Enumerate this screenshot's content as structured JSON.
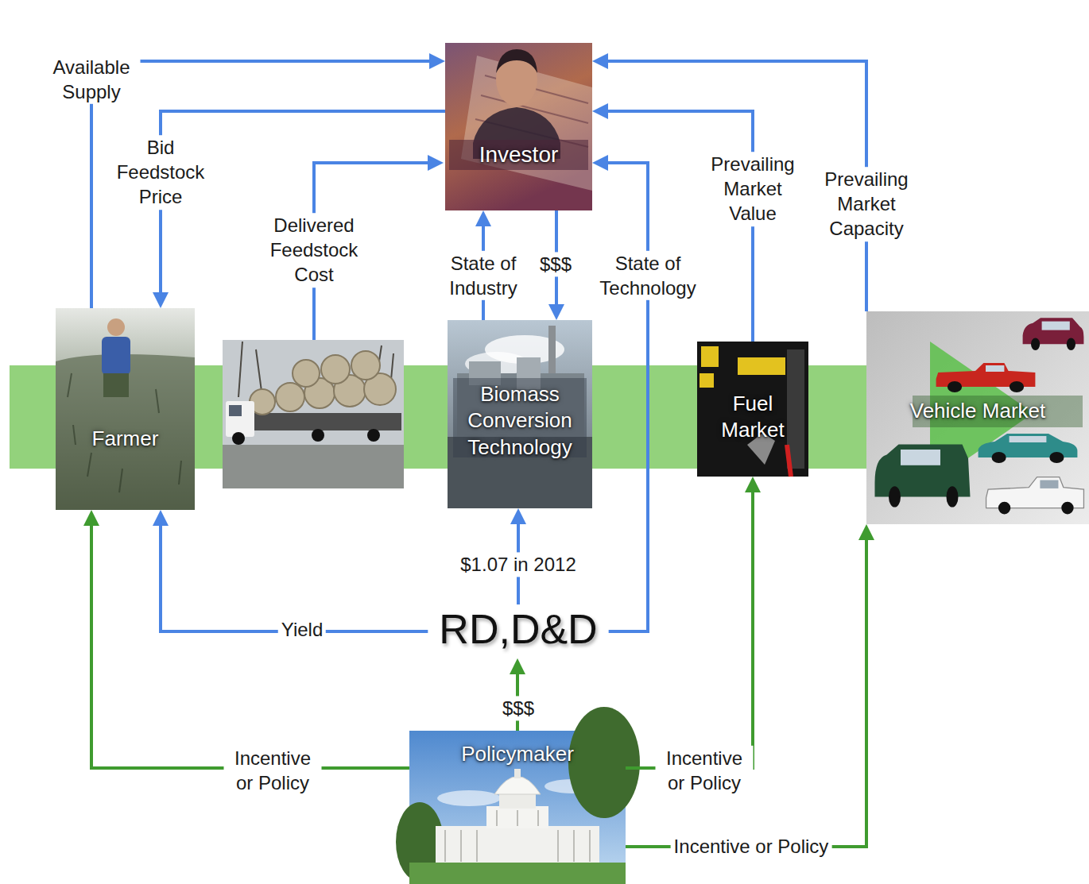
{
  "diagram": {
    "nodes": [
      {
        "text": [
          "Investor"
        ]
      },
      {
        "text": [
          "Farmer"
        ]
      },
      {
        "text": [
          "Biomass Conversion Technology"
        ]
      },
      {
        "text": [
          "Fuel Market"
        ]
      },
      {
        "text": [
          "Vehicle Market"
        ]
      },
      {
        "text": [
          "RD,D&D"
        ]
      },
      {
        "text": [
          "Policymaker"
        ]
      }
    ],
    "edges": [
      {
        "from": 1,
        "to": 0,
        "label": "Available Supply",
        "arrow": "to"
      },
      {
        "from": 0,
        "to": 1,
        "label": "Bid Feedstock Price",
        "arrow": "to"
      },
      {
        "from": 2,
        "to": 0,
        "label": "State of Industry",
        "arrow": "to"
      },
      {
        "from": 0,
        "to": 2,
        "label": "$$$",
        "arrow": "to"
      },
      {
        "from": 5,
        "to": 0,
        "label": "State of Technology",
        "arrow": "to"
      },
      {
        "from": 3,
        "to": 0,
        "label": "Prevailing Market Value",
        "arrow": "to"
      },
      {
        "from": 4,
        "to": 0,
        "label": "Prevailing Market Capacity",
        "arrow": "to"
      },
      {
        "from": 5,
        "to": 2,
        "label": "$1.07 in 2012",
        "arrow": "to"
      },
      {
        "from": 5,
        "to": 1,
        "label": "Yield",
        "arrow": "to"
      },
      {
        "from": 6,
        "to": 5,
        "label": "$$$",
        "arrow": "to"
      },
      {
        "from": 6,
        "to": 1,
        "label": "Incentive or Policy",
        "arrow": "to"
      },
      {
        "from": 6,
        "to": 3,
        "label": "Incentive or Policy",
        "arrow": "to"
      },
      {
        "from": 6,
        "to": 4,
        "label": "Incentive or Policy",
        "arrow": "to"
      }
    ],
    "labels": [
      "Delivered Feedstock Cost"
    ]
  }
}
